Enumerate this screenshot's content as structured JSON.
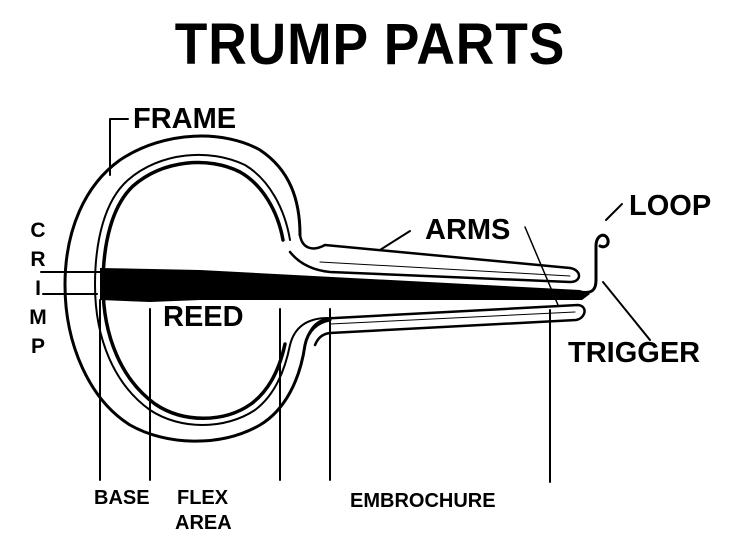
{
  "title": "TRUMP PARTS",
  "labels": {
    "frame": "FRAME",
    "arms": "ARMS",
    "loop": "LOOP",
    "reed": "REED",
    "trigger": "TRIGGER",
    "crimp_letters": [
      "C",
      "R",
      "I",
      "M",
      "P"
    ],
    "base": "BASE",
    "flex_line1": "FLEX",
    "flex_line2": "AREA",
    "embrochure": "EMBROCHURE"
  },
  "colors": {
    "ink": "#000000",
    "background": "#ffffff"
  }
}
